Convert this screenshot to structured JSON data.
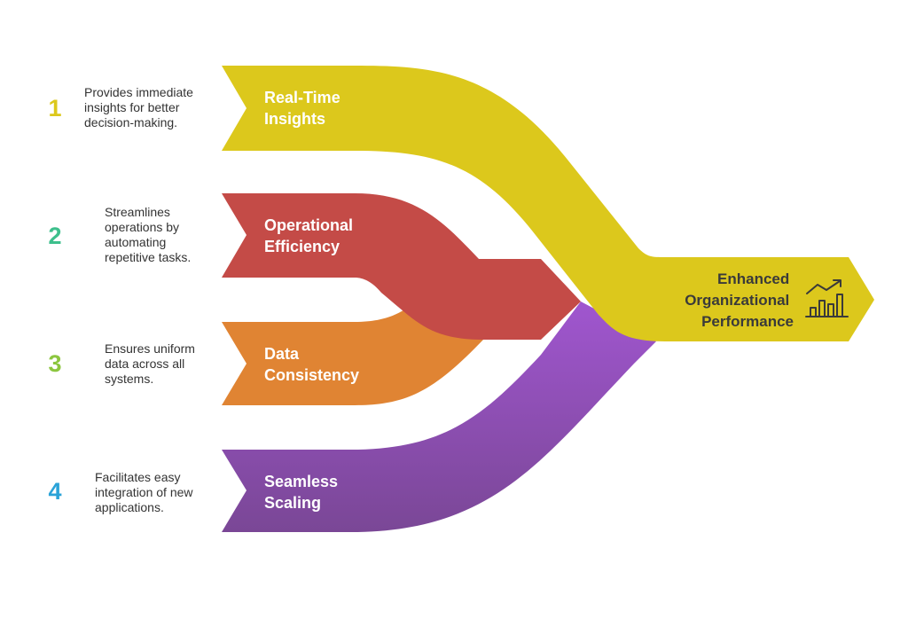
{
  "steps": [
    {
      "number": "1",
      "color": "#dcc81c",
      "title_lines": [
        "Real-Time",
        "Insights"
      ],
      "description_lines": [
        "Provides immediate",
        "insights for better",
        "decision-making."
      ]
    },
    {
      "number": "2",
      "color": "#c44b47",
      "title_lines": [
        "Operational",
        "Efficiency"
      ],
      "description_lines": [
        "Streamlines",
        "operations by",
        "automating",
        "repetitive tasks."
      ]
    },
    {
      "number": "3",
      "color": "#e08433",
      "title_lines": [
        "Data",
        "Consistency"
      ],
      "description_lines": [
        "Ensures uniform",
        "data across all",
        "systems."
      ]
    },
    {
      "number": "4",
      "color": "#8e52ad",
      "title_lines": [
        "Seamless",
        "Scaling"
      ],
      "description_lines": [
        "Facilitates easy",
        "integration of new",
        "applications."
      ]
    }
  ],
  "number_colors": [
    "#dcc81c",
    "#3dbf8c",
    "#8cc63f",
    "#2ba3d8"
  ],
  "outcome": {
    "title_lines": [
      "Enhanced",
      "Organizational",
      "Performance"
    ],
    "icon": "growth-chart-icon"
  }
}
